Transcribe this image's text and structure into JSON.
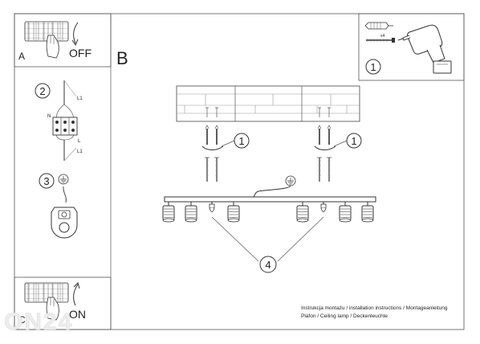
{
  "panels": {
    "a": {
      "letter": "A",
      "switch_text": "OFF"
    },
    "b": {
      "letter": "B"
    },
    "c": {
      "letter": "C",
      "switch_text": "ON"
    }
  },
  "callouts": {
    "tools": "1",
    "wiring": "2",
    "ground": "3",
    "anchor_left": "1",
    "anchor_right": "1",
    "bulbs": "4"
  },
  "wiring_labels": {
    "top": "L1",
    "neutral": "N",
    "phase": "L",
    "bottom": "L1"
  },
  "kit": {
    "quantity": "x4"
  },
  "footer": {
    "line1": "Instrukcja montażu / installation instructions / Montageanleitung",
    "line2": "Plafon / Ceiling lamp / Deckenleuchte"
  },
  "watermark": "ON24",
  "colors": {
    "line": "#333333",
    "light": "#999999",
    "fill": "#ffffff"
  }
}
